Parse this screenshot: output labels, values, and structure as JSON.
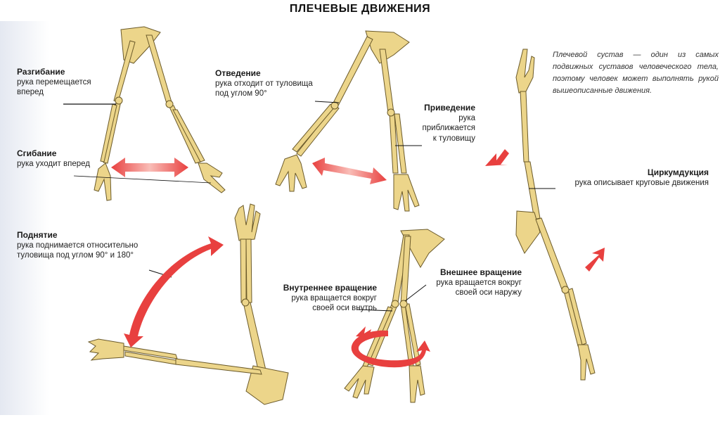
{
  "title": "ПЛЕЧЕВЫЕ ДВИЖЕНИЯ",
  "note": "Плечевой сустав — один из самых подвижных суставов человеческого тела, поэтому человек может выполнять рукой вышеописанные движения.",
  "labels": {
    "extension": {
      "head": "Разгибание",
      "line1": "рука перемещается",
      "line2": "вперед"
    },
    "flexion": {
      "head": "Сгибание",
      "line1": "рука уходит вперед"
    },
    "abduction": {
      "head": "Отведение",
      "line1": "рука отходит от туловища",
      "line2": "под углом 90°"
    },
    "adduction": {
      "head": "Приведение",
      "line1": "рука",
      "line2": "приближается",
      "line3": "к туловищу"
    },
    "circumduction": {
      "head": "Циркумдукция",
      "line1": "рука описывает круговые движения"
    },
    "elevation": {
      "head": "Поднятие",
      "line1": "рука поднимается относительно",
      "line2": "туловища под углом 90° и 180°"
    },
    "internal_rotation": {
      "head": "Внутреннее вращение",
      "line1": "рука вращается вокруг",
      "line2": "своей оси внутрь"
    },
    "external_rotation": {
      "head": "Внешнее вращение",
      "line1": "рука вращается вокруг",
      "line2": "своей оси наружу"
    }
  },
  "colors": {
    "bone": "#ecd58a",
    "bone_outline": "#6b5a2a",
    "arrow": "#e8403f",
    "arrow_light": "#f7b3ae",
    "sidebar": "#e4e8f1"
  }
}
